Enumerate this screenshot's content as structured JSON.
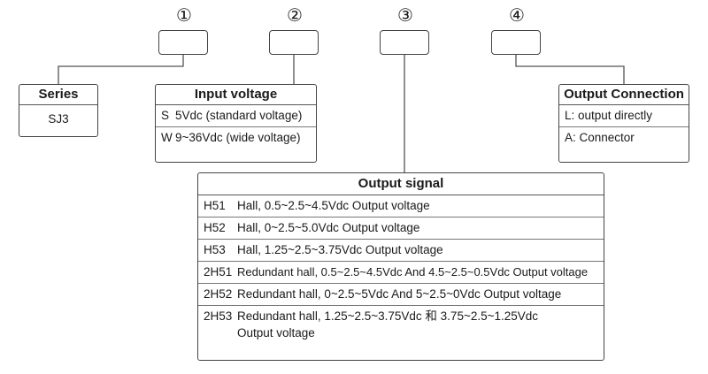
{
  "slots": [
    {
      "number": "①"
    },
    {
      "number": "②"
    },
    {
      "number": "③"
    },
    {
      "number": "④"
    }
  ],
  "series": {
    "title": "Series",
    "value": "SJ3"
  },
  "input_voltage": {
    "title": "Input voltage",
    "rows": [
      {
        "code": "S",
        "desc": "5Vdc (standard voltage)"
      },
      {
        "code": "W",
        "desc": "9~36Vdc (wide voltage)"
      }
    ]
  },
  "output_connection": {
    "title": "Output Connection",
    "rows": [
      {
        "desc": "L: output directly"
      },
      {
        "desc": "A: Connector"
      }
    ]
  },
  "output_signal": {
    "title": "Output signal",
    "rows": [
      {
        "code": "H51",
        "desc": "Hall, 0.5~2.5~4.5Vdc Output voltage"
      },
      {
        "code": "H52",
        "desc": "Hall, 0~2.5~5.0Vdc Output voltage"
      },
      {
        "code": "H53",
        "desc": "Hall, 1.25~2.5~3.75Vdc Output voltage"
      },
      {
        "code": "2H51",
        "desc": "Redundant hall, 0.5~2.5~4.5Vdc And 4.5~2.5~0.5Vdc Output voltage"
      },
      {
        "code": "2H52",
        "desc": "Redundant hall, 0~2.5~5Vdc And 5~2.5~0Vdc Output voltage"
      },
      {
        "code": "2H53",
        "desc": "Redundant hall, 1.25~2.5~3.75Vdc 和 3.75~2.5~1.25Vdc Output voltage"
      }
    ]
  }
}
